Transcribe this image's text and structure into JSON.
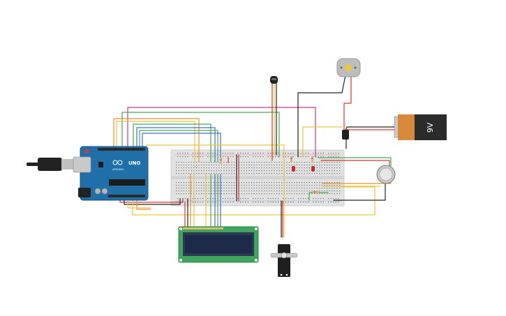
{
  "arduino": {
    "brand": "UNO",
    "sub_label": "ARDUINO"
  },
  "battery": {
    "label": "9V"
  },
  "colors": {
    "arduino_board": "#1f6fa8",
    "breadboard": "#e2e2e2",
    "lcd_pcb": "#3fa55e",
    "lcd_screen": "#1d2a4a",
    "battery_body": "#2b2b2b",
    "battery_cap": "#d88a3a",
    "wire_red": "#e0332b",
    "wire_black": "#222222",
    "wire_yellow": "#e9c53a",
    "wire_orange": "#e8902f",
    "wire_green": "#3fae4a",
    "wire_magenta": "#c23a94",
    "wire_blue": "#3d6fd6"
  }
}
